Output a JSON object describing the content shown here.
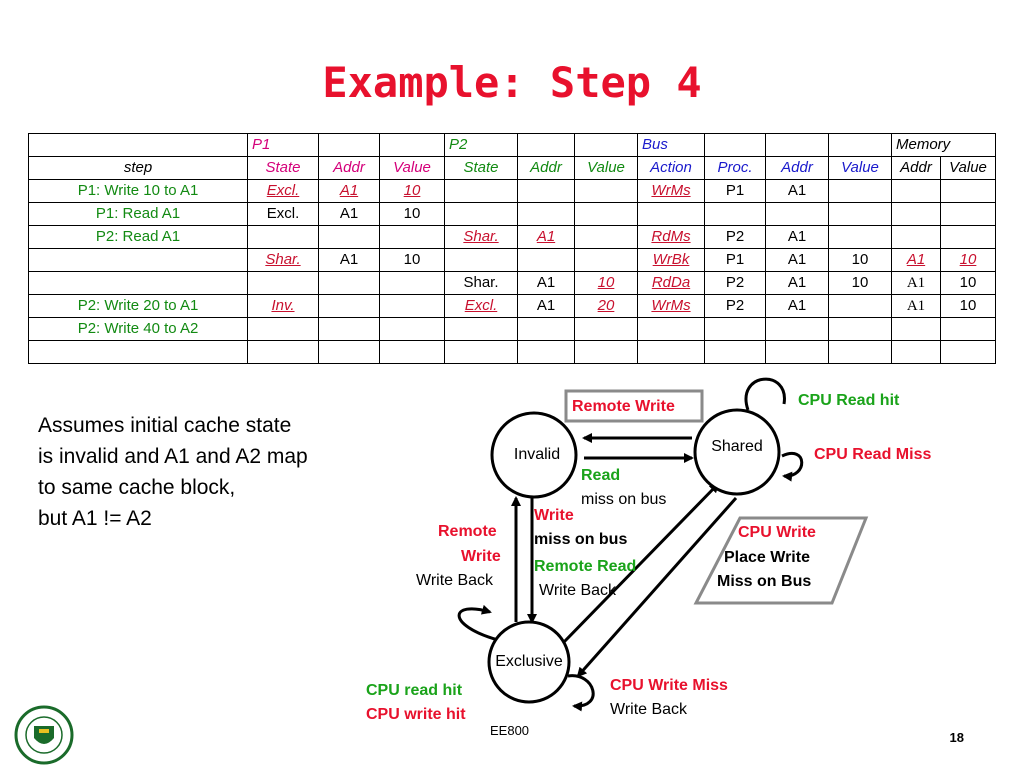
{
  "title": "Example: Step 4",
  "table": {
    "groups": {
      "p1": "P1",
      "p2": "P2",
      "bus": "Bus",
      "memory": "Memory"
    },
    "headers": {
      "step": "step",
      "p1_state": "State",
      "p1_addr": "Addr",
      "p1_value": "Value",
      "p2_state": "State",
      "p2_addr": "Addr",
      "p2_value": "Value",
      "bus_action": "Action",
      "bus_proc": "Proc.",
      "bus_addr": "Addr",
      "bus_value": "Value",
      "mem_addr": "Addr",
      "mem_value": "Value"
    },
    "rows": [
      {
        "step": "P1: Write 10 to A1",
        "p1_state": "Excl.",
        "p1_addr": "A1",
        "p1_value": "10",
        "p2_state": "",
        "p2_addr": "",
        "p2_value": "",
        "bus_action": "WrMs",
        "bus_proc": "P1",
        "bus_addr": "A1",
        "bus_value": "",
        "mem_addr": "",
        "mem_value": ""
      },
      {
        "step": "P1: Read A1",
        "p1_state": "Excl.",
        "p1_addr": "A1",
        "p1_value": "10",
        "p2_state": "",
        "p2_addr": "",
        "p2_value": "",
        "bus_action": "",
        "bus_proc": "",
        "bus_addr": "",
        "bus_value": "",
        "mem_addr": "",
        "mem_value": ""
      },
      {
        "step": "P2: Read A1",
        "p1_state": "",
        "p1_addr": "",
        "p1_value": "",
        "p2_state": "Shar.",
        "p2_addr": "A1",
        "p2_value": "",
        "bus_action": "RdMs",
        "bus_proc": "P2",
        "bus_addr": "A1",
        "bus_value": "",
        "mem_addr": "",
        "mem_value": ""
      },
      {
        "step": "",
        "p1_state": "Shar.",
        "p1_addr": "A1",
        "p1_value": "10",
        "p2_state": "",
        "p2_addr": "",
        "p2_value": "",
        "bus_action": "WrBk",
        "bus_proc": "P1",
        "bus_addr": "A1",
        "bus_value": "10",
        "mem_addr": "A1",
        "mem_value": "10"
      },
      {
        "step": "",
        "p1_state": "",
        "p1_addr": "",
        "p1_value": "",
        "p2_state": "Shar.",
        "p2_addr": "A1",
        "p2_value": "10",
        "bus_action": "RdDa",
        "bus_proc": "P2",
        "bus_addr": "A1",
        "bus_value": "10",
        "mem_addr": "A1",
        "mem_value": "10"
      },
      {
        "step": "P2: Write 20 to A1",
        "p1_state": "Inv.",
        "p1_addr": "",
        "p1_value": "",
        "p2_state": "Excl.",
        "p2_addr": "A1",
        "p2_value": "20",
        "bus_action": "WrMs",
        "bus_proc": "P2",
        "bus_addr": "A1",
        "bus_value": "",
        "mem_addr": "A1",
        "mem_value": "10"
      },
      {
        "step": "P2: Write 40 to A2",
        "p1_state": "",
        "p1_addr": "",
        "p1_value": "",
        "p2_state": "",
        "p2_addr": "",
        "p2_value": "",
        "bus_action": "",
        "bus_proc": "",
        "bus_addr": "",
        "bus_value": "",
        "mem_addr": "",
        "mem_value": ""
      },
      {
        "step": "",
        "p1_state": "",
        "p1_addr": "",
        "p1_value": "",
        "p2_state": "",
        "p2_addr": "",
        "p2_value": "",
        "bus_action": "",
        "bus_proc": "",
        "bus_addr": "",
        "bus_value": "",
        "mem_addr": "",
        "mem_value": ""
      }
    ]
  },
  "note": {
    "line1": "Assumes initial cache state",
    "line2": "is invalid and A1 and A2 map",
    "line3": "to same cache block,",
    "line4": "but A1 !=  A2"
  },
  "diagram": {
    "states": {
      "invalid": "Invalid",
      "shared": "Shared",
      "exclusive": "Exclusive"
    },
    "labels": {
      "remote_write_box": "Remote Write",
      "cpu_read_hit": "CPU Read hit",
      "cpu_read_miss": "CPU Read Miss",
      "read": "Read",
      "miss_on_bus": "miss on bus",
      "write": "Write",
      "write_miss_on_bus": "miss on bus",
      "remote_write_1": "Remote",
      "remote_write_2": "Write",
      "write_back_left": "Write Back",
      "remote_read": "Remote Read",
      "write_back_mid": "Write Back",
      "cpu_write": "CPU Write",
      "place_write": "Place Write",
      "miss_on_bus_box": "Miss on Bus",
      "cpu_read_hit_excl": "CPU read hit",
      "cpu_write_hit": "CPU write hit",
      "cpu_write_miss": "CPU Write Miss",
      "write_back_br": "Write Back"
    },
    "colors": {
      "red": "#e8112d",
      "green": "#1aa31a",
      "box_border": "#808080"
    }
  },
  "footer": {
    "course": "EE800",
    "page": "18"
  }
}
